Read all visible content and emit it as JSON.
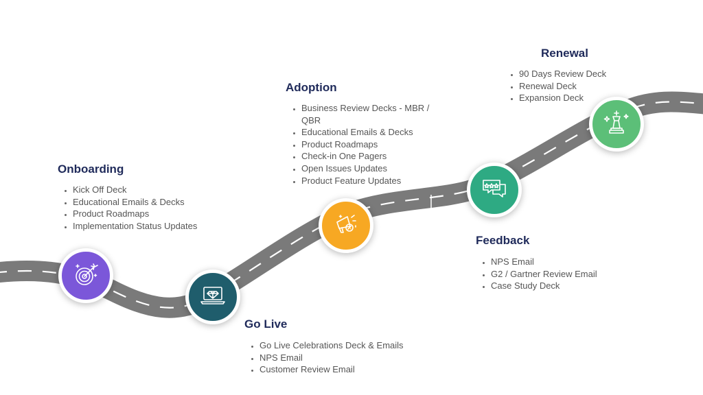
{
  "stages": [
    {
      "title": "Onboarding",
      "items": [
        "Kick Off Deck",
        "Educational Emails & Decks",
        "Product Roadmaps",
        "Implementation Status Updates"
      ],
      "color": "#7b57d9",
      "icon": "target-icon"
    },
    {
      "title": "Go Live",
      "items": [
        "Go Live Celebrations Deck & Emails",
        "NPS Email",
        "Customer Review Email"
      ],
      "color": "#1f5d6c",
      "icon": "laptop-diamond-icon"
    },
    {
      "title": "Adoption",
      "items": [
        "Business Review Decks - MBR / QBR",
        "Educational Emails & Decks",
        "Product Roadmaps",
        "Check-in One Pagers",
        "Open Issues Updates",
        "Product Feature Updates"
      ],
      "color": "#f7a823",
      "icon": "megaphone-icon"
    },
    {
      "title": "Feedback",
      "items": [
        "NPS Email",
        "G2 / Gartner Review Email",
        "Case Study Deck"
      ],
      "color": "#2eaa83",
      "icon": "review-chat-icon"
    },
    {
      "title": "Renewal",
      "items": [
        "90 Days Review Deck",
        "Renewal Deck",
        "Expansion Deck"
      ],
      "color": "#5cbf78",
      "icon": "chess-king-icon"
    }
  ],
  "road_color": "#7a7a7a",
  "title_color": "#1f2a5a"
}
